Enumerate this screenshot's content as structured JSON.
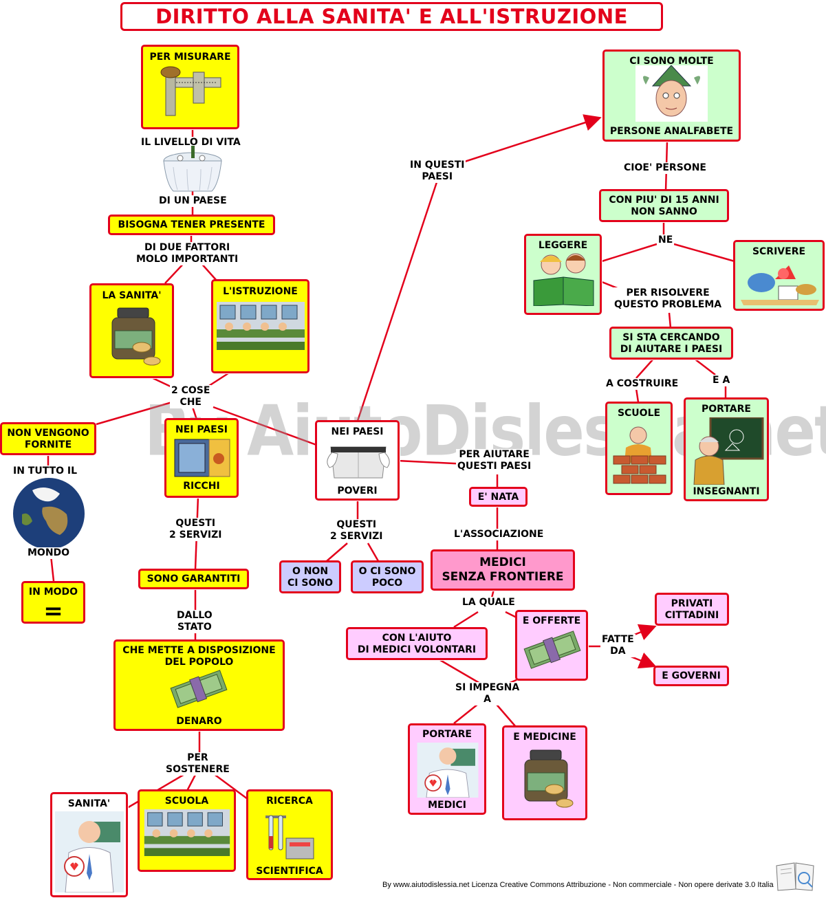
{
  "title": "DIRITTO ALLA SANITA' E ALL'ISTRUZIONE",
  "watermark": "By AiutoDislessia.net",
  "footer": "By www.aiutodislessia.net Licenza Creative Commons Attribuzione - Non commerciale - Non opere derivate 3.0 Italia",
  "colors": {
    "border": "#e3001b",
    "yellow": "#ffff00",
    "green": "#ccffcc",
    "pink": "#ffccff",
    "rose": "#ff99cc",
    "lilac": "#ccccff"
  },
  "nodes": {
    "per_misurare": "PER MISURARE",
    "bisogna": "BISOGNA TENER PRESENTE",
    "la_sanita": "LA SANITA'",
    "istruzione": "L'ISTRUZIONE",
    "non_vengono": "NON VENGONO\nFORNITE",
    "nei_paesi_ricchi_top": "NEI PAESI",
    "nei_paesi_ricchi_bottom": "RICCHI",
    "nei_paesi_poveri_top": "NEI PAESI",
    "nei_paesi_poveri_bottom": "POVERI",
    "in_modo": "IN MODO",
    "in_modo_sign": "=",
    "sono_garantiti": "SONO GARANTITI",
    "che_mette_top": "CHE METTE A DISPOSIZIONE\nDEL POPOLO",
    "che_mette_bottom": "DENARO",
    "sanita_bottom": "SANITA'",
    "scuola": "SCUOLA",
    "ricerca_top": "RICERCA",
    "ricerca_bottom": "SCIENTIFICA",
    "o_non": "O NON\nCI SONO",
    "o_ci_sono": "O CI SONO\nPOCO",
    "e_nata": "E' NATA",
    "medici_sf": "MEDICI\nSENZA FRONTIERE",
    "con_aiuto": "CON L'AIUTO\nDI MEDICI VOLONTARI",
    "e_offerte": "E OFFERTE",
    "privati": "PRIVATI\nCITTADINI",
    "e_governi": "E GOVERNI",
    "portare_medici_top": "PORTARE",
    "portare_medici_bottom": "MEDICI",
    "e_medicine": "E MEDICINE",
    "ci_sono_molte": "CI SONO MOLTE",
    "persone_analfabete": "PERSONE ANALFABETE",
    "con_piu": "CON PIU' DI 15 ANNI\nNON SANNO",
    "leggere": "LEGGERE",
    "scrivere": "SCRIVERE",
    "si_sta": "SI STA CERCANDO\nDI AIUTARE I PAESI",
    "scuole": "SCUOLE",
    "portare_ins_top": "PORTARE",
    "portare_ins_bottom": "INSEGNANTI"
  },
  "links": {
    "livello": "IL LIVELLO DI VITA",
    "di_un_paese": "DI UN PAESE",
    "due_fattori": "DI DUE FATTORI\nMOLO IMPORTANTI",
    "due_cose": "2 COSE\nCHE",
    "in_tutto": "IN TUTTO IL",
    "mondo": "MONDO",
    "questi_ricchi": "QUESTI\n2 SERVIZI",
    "dallo_stato": "DALLO\nSTATO",
    "per_sostenere": "PER\nSOSTENERE",
    "questi_poveri": "QUESTI\n2 SERVIZI",
    "in_questi": "IN QUESTI\nPAESI",
    "per_aiutare": "PER AIUTARE\nQUESTI PAESI",
    "associazione": "L'ASSOCIAZIONE",
    "la_quale": "LA QUALE",
    "si_impegna": "SI IMPEGNA\nA",
    "fatte_da": "FATTE\nDA",
    "cioe": "CIOE' PERSONE",
    "ne": "NE",
    "per_risolvere": "PER RISOLVERE\nQUESTO PROBLEMA",
    "a_costruire": "A COSTRUIRE",
    "e_a": "E A"
  }
}
